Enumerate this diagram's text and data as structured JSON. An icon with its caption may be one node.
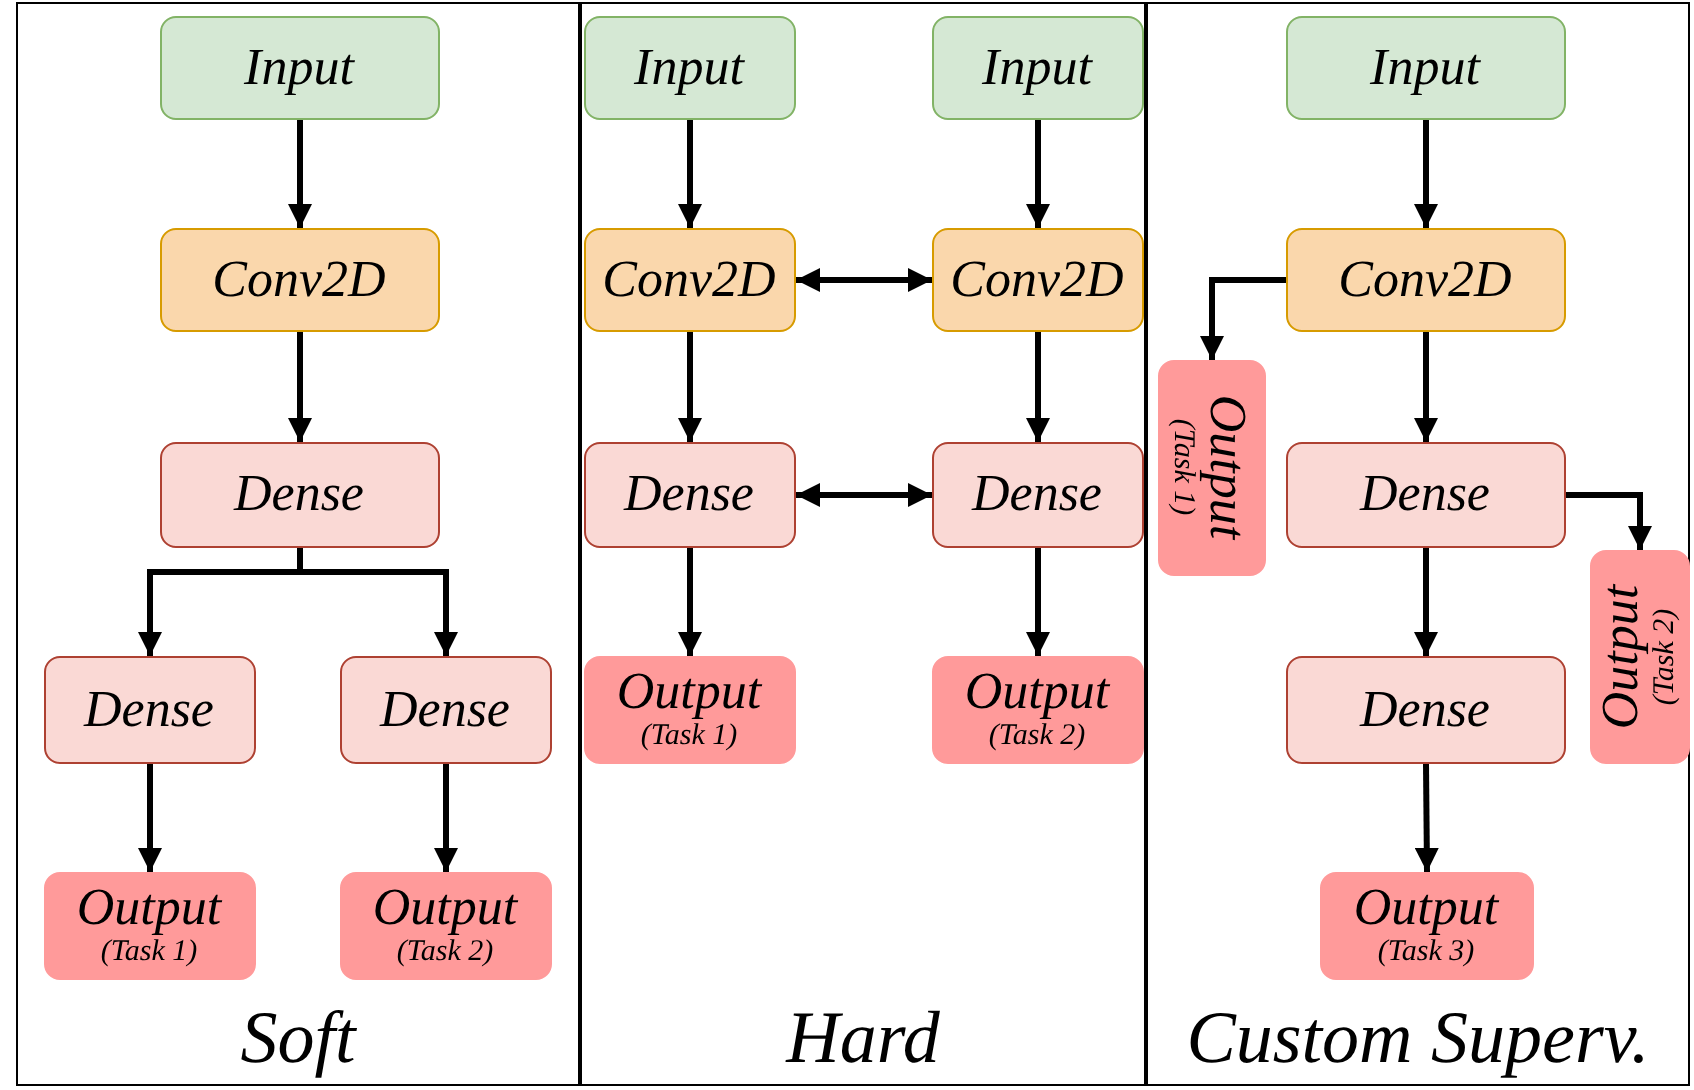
{
  "diagram": {
    "nodes": [
      {
        "text": [
          "Soft"
        ]
      },
      {
        "text": [
          "Input"
        ],
        "in": 0
      },
      {
        "text": [
          "Conv2D"
        ],
        "in": 0
      },
      {
        "text": [
          "Dense"
        ],
        "in": 0
      },
      {
        "text": [
          "Dense"
        ],
        "in": 0
      },
      {
        "text": [
          "Dense"
        ],
        "in": 0
      },
      {
        "text": [
          "Output",
          "(Task 1)"
        ],
        "in": 0
      },
      {
        "text": [
          "Output",
          "(Task 2)"
        ],
        "in": 0
      },
      {
        "text": [
          "Hard"
        ]
      },
      {
        "text": [
          "Input"
        ],
        "in": 8
      },
      {
        "text": [
          "Input"
        ],
        "in": 8
      },
      {
        "text": [
          "Conv2D"
        ],
        "in": 8
      },
      {
        "text": [
          "Conv2D"
        ],
        "in": 8
      },
      {
        "text": [
          "Dense"
        ],
        "in": 8
      },
      {
        "text": [
          "Dense"
        ],
        "in": 8
      },
      {
        "text": [
          "Output",
          "(Task 1)"
        ],
        "in": 8
      },
      {
        "text": [
          "Output",
          "(Task 2)"
        ],
        "in": 8
      },
      {
        "text": [
          "Custom Superv."
        ]
      },
      {
        "text": [
          "Input"
        ],
        "in": 17
      },
      {
        "text": [
          "Conv2D"
        ],
        "in": 17
      },
      {
        "text": [
          "Output",
          "(Task 1)"
        ],
        "in": 17
      },
      {
        "text": [
          "Dense"
        ],
        "in": 17
      },
      {
        "text": [
          "Output",
          "(Task 2)"
        ],
        "in": 17
      },
      {
        "text": [
          "Dense"
        ],
        "in": 17
      },
      {
        "text": [
          "Output",
          "(Task 3)"
        ],
        "in": 17
      }
    ],
    "edges": [
      {
        "from": 1,
        "to": 2,
        "arrow": "to"
      },
      {
        "from": 2,
        "to": 3,
        "arrow": "to"
      },
      {
        "from": 3,
        "to": 4,
        "arrow": "to"
      },
      {
        "from": 3,
        "to": 5,
        "arrow": "to"
      },
      {
        "from": 4,
        "to": 6,
        "arrow": "to"
      },
      {
        "from": 5,
        "to": 7,
        "arrow": "to"
      },
      {
        "from": 9,
        "to": 11,
        "arrow": "to"
      },
      {
        "from": 10,
        "to": 12,
        "arrow": "to"
      },
      {
        "from": 11,
        "to": 12,
        "arrow": "both"
      },
      {
        "from": 11,
        "to": 13,
        "arrow": "to"
      },
      {
        "from": 12,
        "to": 14,
        "arrow": "to"
      },
      {
        "from": 13,
        "to": 14,
        "arrow": "both"
      },
      {
        "from": 13,
        "to": 15,
        "arrow": "to"
      },
      {
        "from": 14,
        "to": 16,
        "arrow": "to"
      },
      {
        "from": 18,
        "to": 19,
        "arrow": "to"
      },
      {
        "from": 19,
        "to": 20,
        "arrow": "to"
      },
      {
        "from": 19,
        "to": 21,
        "arrow": "to"
      },
      {
        "from": 21,
        "to": 22,
        "arrow": "to"
      },
      {
        "from": 21,
        "to": 23,
        "arrow": "to"
      },
      {
        "from": 23,
        "to": 24,
        "arrow": "to"
      }
    ]
  }
}
